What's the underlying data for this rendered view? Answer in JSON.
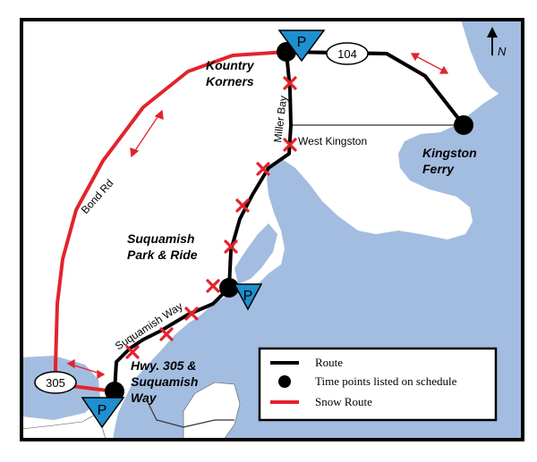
{
  "map": {
    "north_label": "N",
    "places": {
      "kountry_korners_1": "Kountry",
      "kountry_korners_2": "Korners",
      "kingston_ferry_1": "Kingston",
      "kingston_ferry_2": "Ferry",
      "suquamish_pr_1": "Suquamish",
      "suquamish_pr_2": "Park & Ride",
      "hwy305_1": "Hwy. 305 &",
      "hwy305_2": "Suquamish",
      "hwy305_3": "Way"
    },
    "roads": {
      "bond_rd": "Bond Rd",
      "miller_bay": "Miller Bay",
      "west_kingston": "West Kingston",
      "suquamish_way": "Suquamish Way"
    },
    "shields": {
      "sr104": "104",
      "sr305": "305"
    },
    "parking_label": "P"
  },
  "legend": {
    "route": "Route",
    "time_points": "Time points listed on schedule",
    "snow_route": "Snow Route"
  },
  "colors": {
    "water": "#a3bde0",
    "land": "#ffffff",
    "route": "#000000",
    "snow_route": "#e3232c",
    "stop_x": "#e3232c",
    "parking": "#1f8fcf"
  }
}
